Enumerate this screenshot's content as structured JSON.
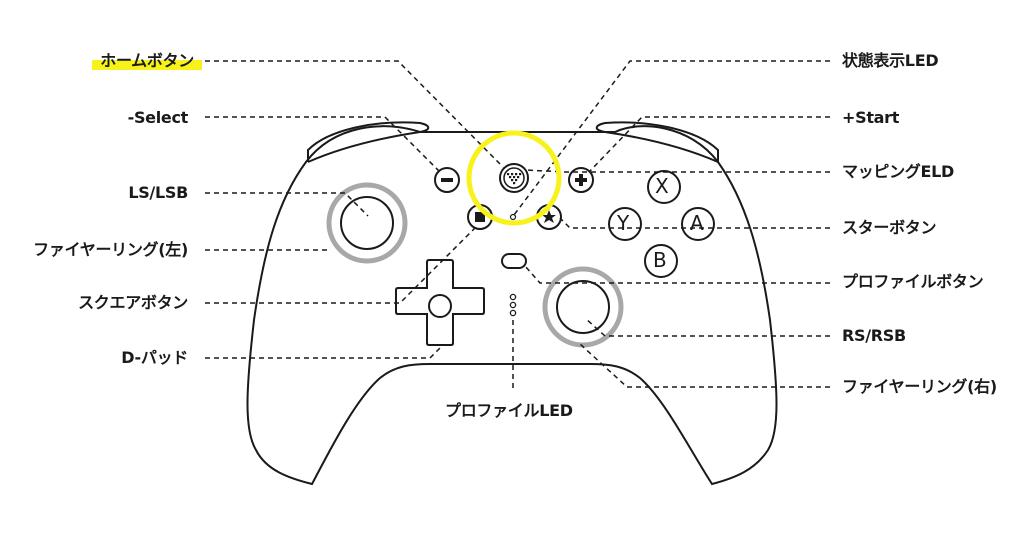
{
  "diagram": {
    "subject": "game controller layout",
    "highlight_color": "#f7f21a",
    "ring_color": "#a8a8a8",
    "line_color": "#1a1a1a"
  },
  "labels": {
    "left": [
      {
        "id": "home",
        "text": "ホームボタン",
        "highlighted": true
      },
      {
        "id": "select",
        "text": "-Select"
      },
      {
        "id": "ls",
        "text": "LS/LSB"
      },
      {
        "id": "fire_ring_left",
        "text": "ファイヤーリング(左)"
      },
      {
        "id": "square",
        "text": "スクエアボタン"
      },
      {
        "id": "dpad",
        "text": "D-パッド"
      }
    ],
    "right": [
      {
        "id": "status_led",
        "text": "状態表示LED"
      },
      {
        "id": "start",
        "text": "+Start"
      },
      {
        "id": "mapping_led",
        "text": "マッピングELD"
      },
      {
        "id": "star",
        "text": "スターボタン"
      },
      {
        "id": "profile_button",
        "text": "プロファイルボタン"
      },
      {
        "id": "rs",
        "text": "RS/RSB"
      },
      {
        "id": "fire_ring_right",
        "text": "ファイヤーリング(右)"
      }
    ],
    "bottom": [
      {
        "id": "profile_led",
        "text": "プロファイルLED"
      }
    ]
  },
  "face_buttons": {
    "x": "X",
    "y": "Y",
    "a": "A",
    "b": "B"
  },
  "icons": {
    "minus": "minus-icon",
    "plus": "plus-icon",
    "home": "home-heart-icon",
    "square": "square-icon",
    "star": "star-icon"
  }
}
